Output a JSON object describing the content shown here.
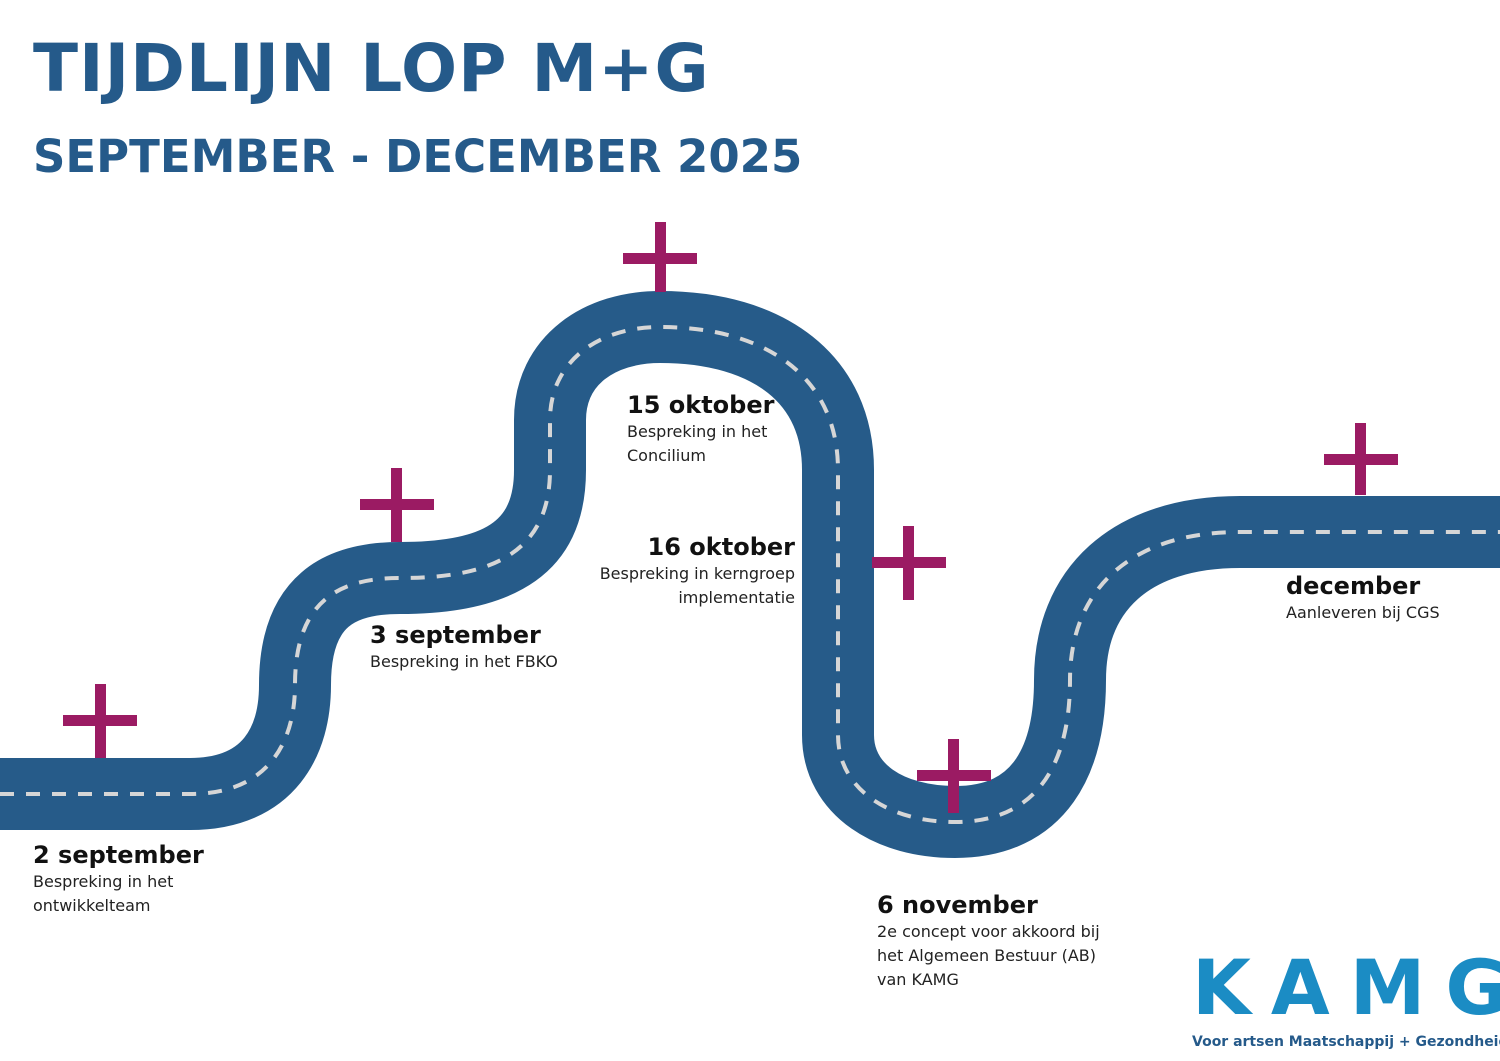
{
  "header": {
    "title": "TIJDLIJN LOP M+G",
    "subtitle": "SEPTEMBER - DECEMBER 2025"
  },
  "milestones": [
    {
      "date": "2 september",
      "description": "Bespreking in het\nontwikkelteam"
    },
    {
      "date": "3 september",
      "description": "Bespreking in het FBKO"
    },
    {
      "date": "15 oktober",
      "description": "Bespreking in het\nConcilium"
    },
    {
      "date": "16 oktober",
      "description": "Bespreking in kerngroep\nimplementatie"
    },
    {
      "date": "6 november",
      "description": "2e concept voor akkoord bij\nhet Algemeen Bestuur (AB)\nvan KAMG"
    },
    {
      "date": "december",
      "description": "Aanleveren bij CGS"
    }
  ],
  "logo": {
    "name": "KAMG",
    "tagline": "Voor artsen Maatschappij + Gezondheid"
  },
  "colors": {
    "road": "#265b89",
    "road_dash": "#d6d6d6",
    "plus_marker": "#9b1b63",
    "title": "#255a8a",
    "logo": "#1b8cc4"
  },
  "icons": [
    "plus-marker-icon"
  ]
}
